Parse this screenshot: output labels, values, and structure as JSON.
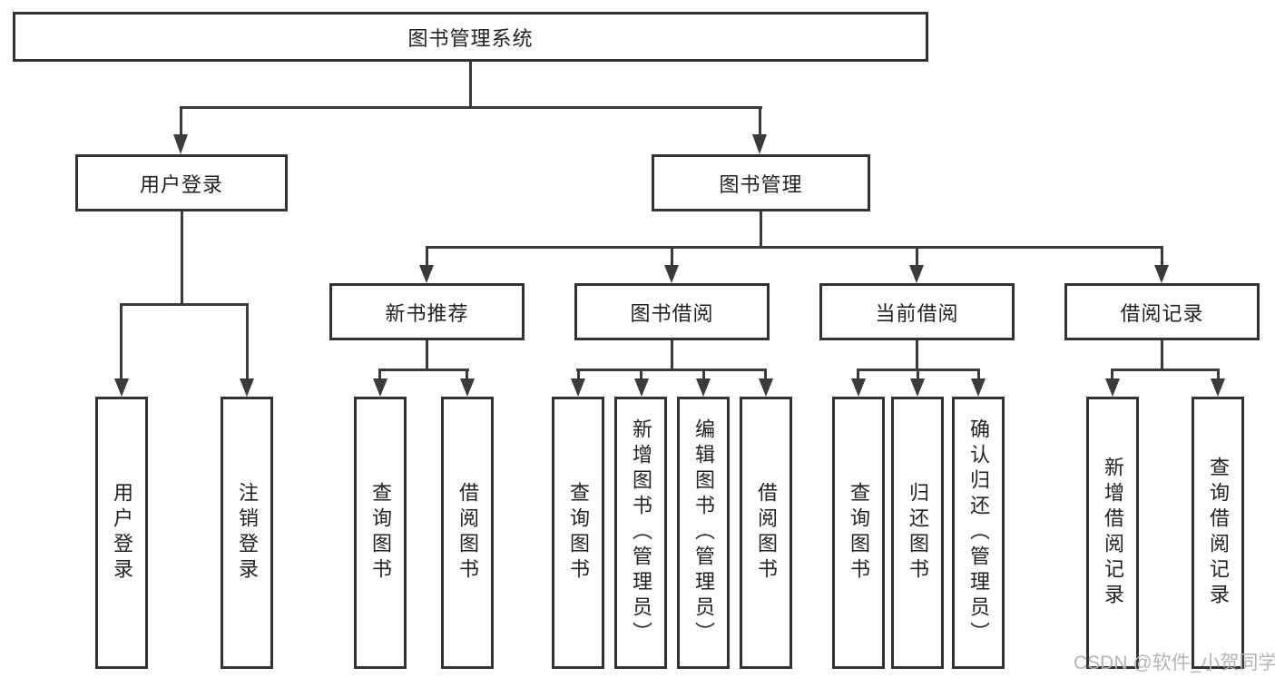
{
  "diagram": {
    "root": {
      "label": "图书管理系统"
    },
    "branches": [
      {
        "label": "用户登录",
        "children": [
          {
            "label": "用户登录"
          },
          {
            "label": "注销登录"
          }
        ]
      },
      {
        "label": "图书管理",
        "children": [
          {
            "label": "新书推荐",
            "children": [
              {
                "label": "查询图书"
              },
              {
                "label": "借阅图书"
              }
            ]
          },
          {
            "label": "图书借阅",
            "children": [
              {
                "label": "查询图书"
              },
              {
                "label": "新增图书（管理员）"
              },
              {
                "label": "编辑图书（管理员）"
              },
              {
                "label": "借阅图书"
              }
            ]
          },
          {
            "label": "当前借阅",
            "children": [
              {
                "label": "查询图书"
              },
              {
                "label": "归还图书"
              },
              {
                "label": "确认归还（管理员）"
              }
            ]
          },
          {
            "label": "借阅记录",
            "children": [
              {
                "label": "新增借阅记录"
              },
              {
                "label": "查询借阅记录"
              }
            ]
          }
        ]
      }
    ]
  },
  "watermark": "CSDN @软件_小贺同学",
  "colors": {
    "line": "#3a3a3a",
    "border": "#333333",
    "text": "#222222",
    "watermark": "#b4b4b4",
    "background": "#ffffff"
  }
}
